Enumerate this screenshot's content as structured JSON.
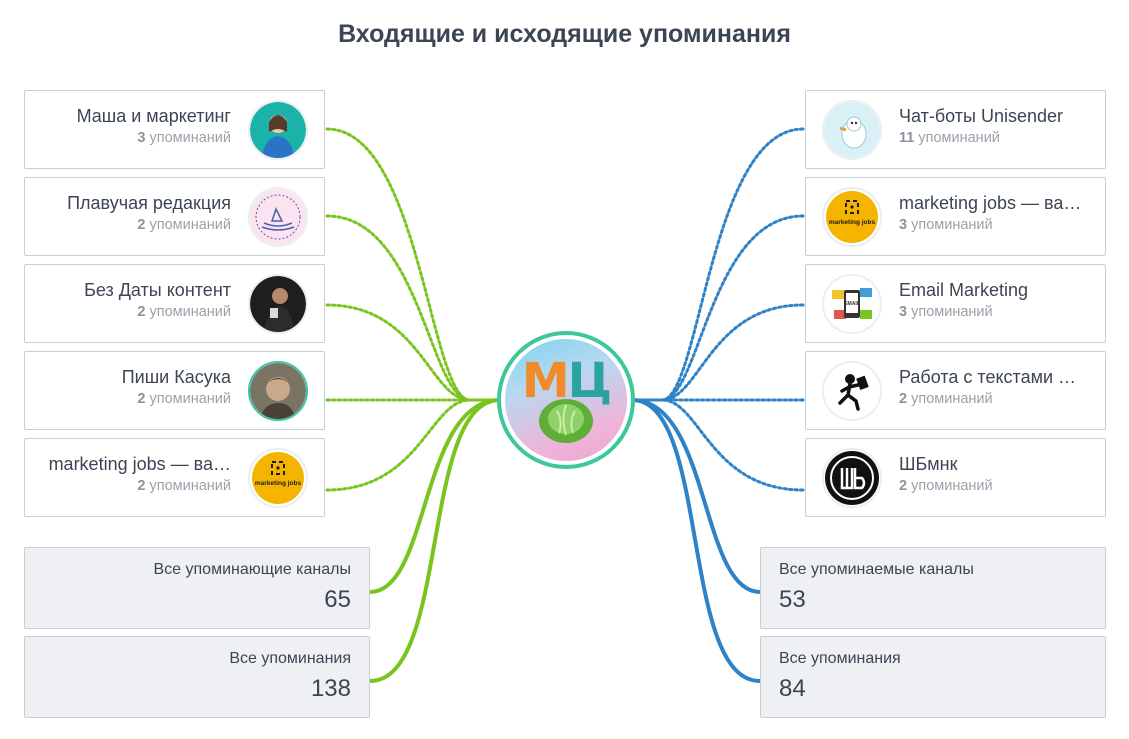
{
  "title": "Входящие и исходящие упоминания",
  "mentions_suffix": "упоминаний",
  "center": {
    "monogram_left": "М",
    "monogram_right": "Ц"
  },
  "incoming": [
    {
      "name": "Маша и маркетинг",
      "count": "3",
      "avatar": "woman-portrait-avatar"
    },
    {
      "name": "Плавучая редакция",
      "count": "2",
      "avatar": "boat-sketch-avatar"
    },
    {
      "name": "Без Даты контент",
      "count": "2",
      "avatar": "man-dark-portrait-avatar"
    },
    {
      "name": "Пиши Касука",
      "count": "2",
      "avatar": "person-photo-avatar"
    },
    {
      "name": "marketing jobs — ва…",
      "count": "2",
      "avatar": "marketing-jobs-logo",
      "logo_text": "marketing jobs"
    }
  ],
  "outgoing": [
    {
      "name": "Чат-боты Unisender",
      "count": "11",
      "avatar": "chatbot-illustration-avatar"
    },
    {
      "name": "marketing jobs — ва…",
      "count": "3",
      "avatar": "marketing-jobs-logo",
      "logo_text": "marketing jobs"
    },
    {
      "name": "Email Marketing",
      "count": "3",
      "avatar": "email-collage-avatar",
      "logo_text": "EMAIL"
    },
    {
      "name": "Работа с текстами …",
      "count": "2",
      "avatar": "running-man-avatar"
    },
    {
      "name": "ШБмнк",
      "count": "2",
      "avatar": "shbmnk-logo-avatar"
    }
  ],
  "stats_left": [
    {
      "label": "Все упоминающие каналы",
      "value": "65"
    },
    {
      "label": "Все упоминания",
      "value": "138"
    }
  ],
  "stats_right": [
    {
      "label": "Все упоминаемые каналы",
      "value": "53"
    },
    {
      "label": "Все упоминания",
      "value": "84"
    }
  ],
  "colors": {
    "incoming": "#7ac41f",
    "outgoing": "#2f82c7",
    "center_ring": "#3dc79a"
  }
}
